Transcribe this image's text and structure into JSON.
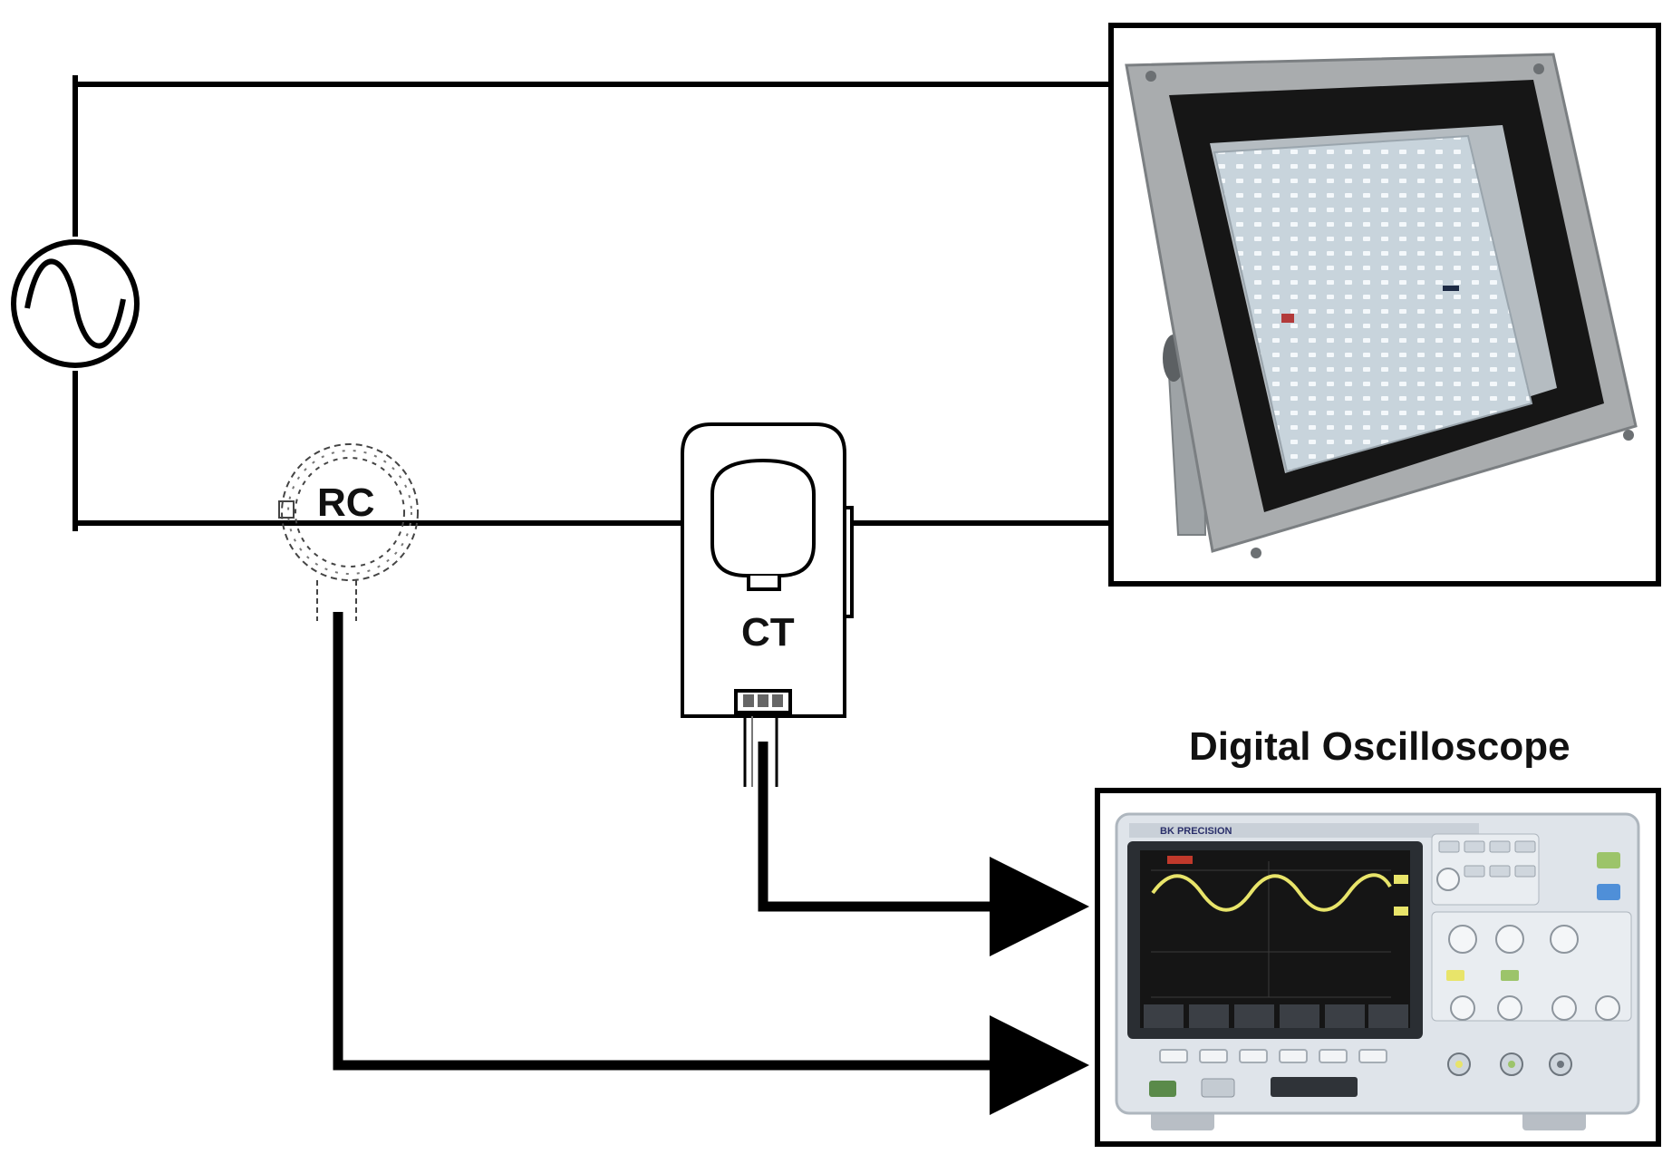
{
  "labels": {
    "rogowski_coil": "RC",
    "current_transformer": "CT",
    "oscilloscope_title": "Digital Oscilloscope"
  },
  "components": {
    "source": "ac-source-icon",
    "load": "led-floodlight",
    "scope": "digital-oscilloscope"
  },
  "colors": {
    "wire": "#000000",
    "scope_trace": "#e8e46a",
    "scope_screen": "#151515",
    "floodlight_frame": "#a9acae",
    "scope_body": "#dfe4ea"
  }
}
